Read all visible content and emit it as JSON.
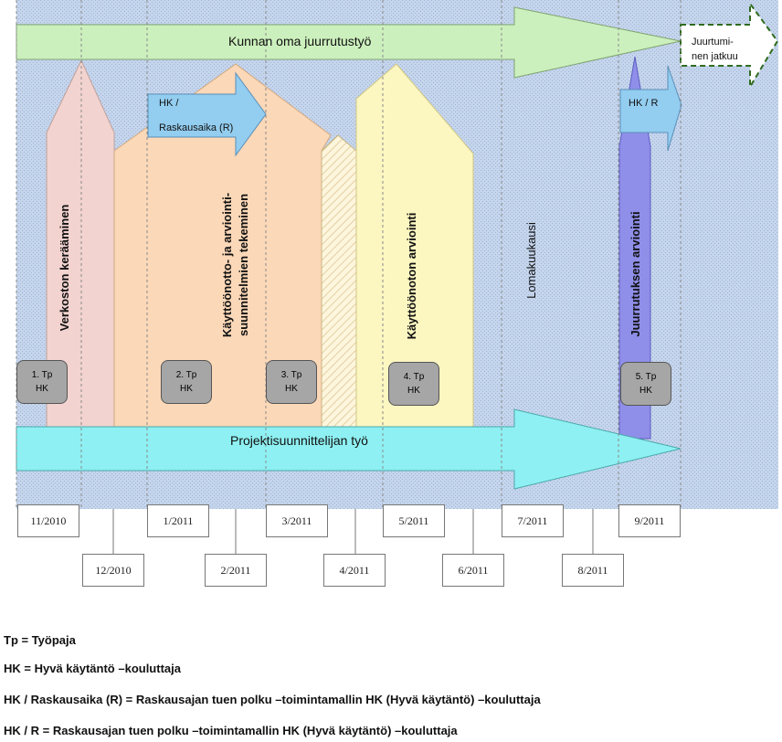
{
  "arrows": {
    "top_arrow_label": "Kunnan oma juurrutustyö",
    "continuation_line1": "Juurtumi-",
    "continuation_line2": "nen jatkuu",
    "bottom_arrow_label": "Projektisuunnittelijan työ",
    "hk_r_line1": "HK /",
    "hk_r_line2": "Raskausaika (R)",
    "hk_r_short": "HK / R"
  },
  "phases": {
    "phase1": "Verkoston kerääminen",
    "phase2_line1": "Käyttöönotto- ja arviointi-",
    "phase2_line2": "suunnitelmien tekeminen",
    "phase4": "Käyttöönoton arviointi",
    "holiday": "Lomakuukausi",
    "phase5": "Juurrutuksen arviointi"
  },
  "workshops": [
    {
      "line1": "1. Tp",
      "line2": "HK"
    },
    {
      "line1": "2. Tp",
      "line2": "HK"
    },
    {
      "line1": "3. Tp",
      "line2": "HK"
    },
    {
      "line1": "4. Tp",
      "line2": "HK"
    },
    {
      "line1": "5. Tp",
      "line2": "HK"
    }
  ],
  "months_upper": [
    "11/2010",
    "1/2011",
    "3/2011",
    "5/2011",
    "7/2011",
    "9/2011"
  ],
  "months_lower": [
    "12/2010",
    "2/2011",
    "4/2011",
    "6/2011",
    "8/2011"
  ],
  "legend": [
    "Tp = Työpaja",
    "HK = Hyvä käytäntö –kouluttaja",
    "HK / Raskausaika (R) = Raskausajan tuen polku –toimintamallin HK (Hyvä käytäntö) –kouluttaja",
    "HK / R = Raskausajan tuen polku –toimintamallin HK (Hyvä käytäntö) –kouluttaja"
  ],
  "colors": {
    "background_blue": "#c3d3ea",
    "top_arrow": "#ccf0bd",
    "bottom_arrow": "#8ef0f2",
    "hk_arrow": "#93cdf0",
    "phase1": "#f2d3cf",
    "phase2": "#fbd8b8",
    "phase4": "#fcf6c1",
    "phase5": "#8f8fea",
    "workshop_box": "#a6a6a6"
  }
}
